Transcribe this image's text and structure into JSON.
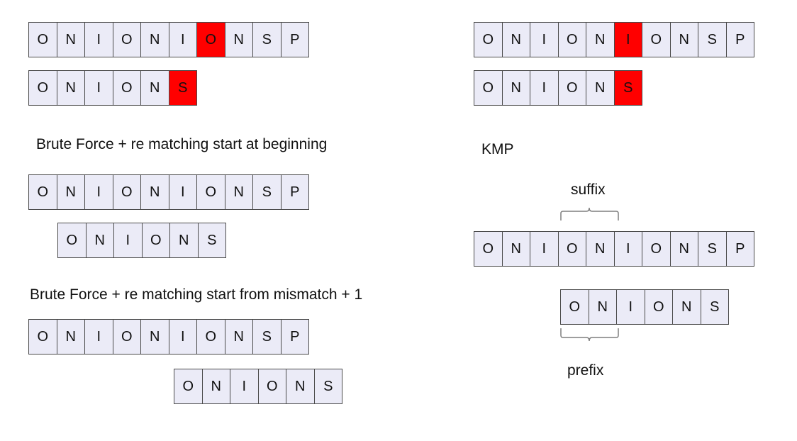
{
  "text_row": [
    "O",
    "N",
    "I",
    "O",
    "N",
    "I",
    "O",
    "N",
    "S",
    "P"
  ],
  "pattern": [
    "O",
    "N",
    "I",
    "O",
    "N",
    "S"
  ],
  "highlight_color": "#ff0000",
  "cell_color": "#ebebf7",
  "labels": {
    "bf_beginning": "Brute Force + re matching  start at beginning",
    "bf_mismatch": "Brute Force + re matching start from mismatch + 1",
    "kmp": "KMP",
    "suffix": "suffix",
    "prefix": "prefix"
  }
}
